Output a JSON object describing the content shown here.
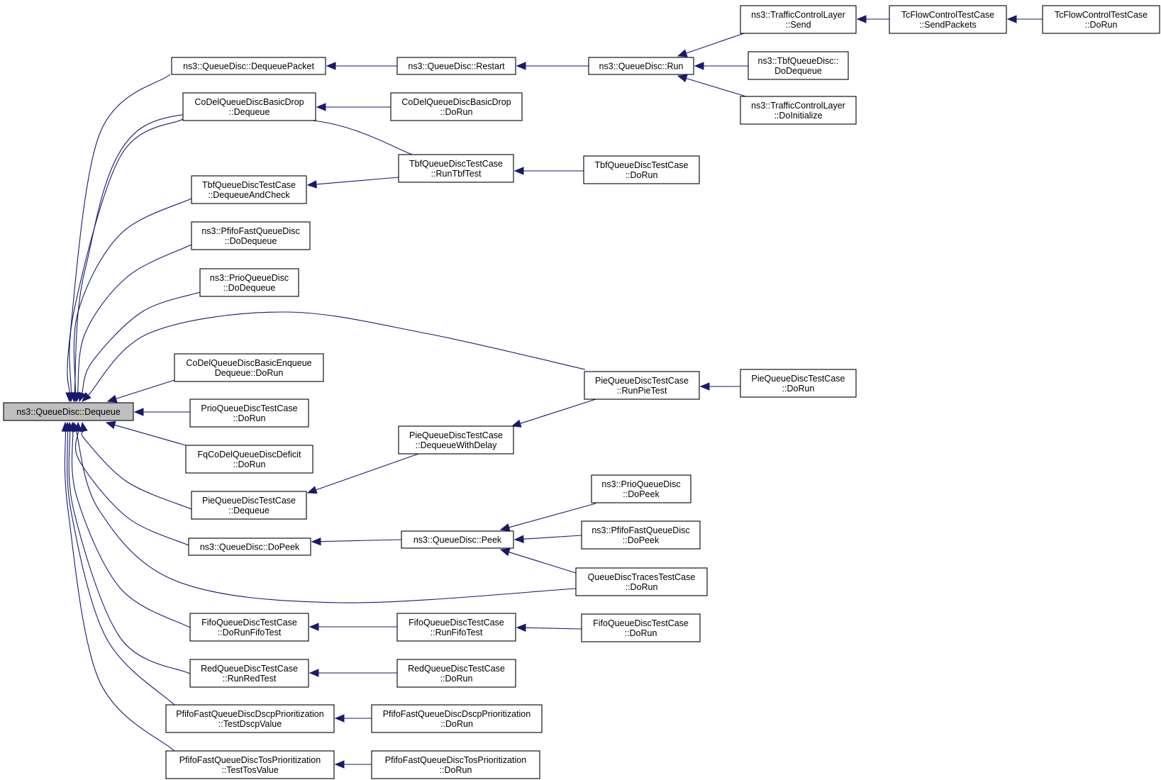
{
  "nodes": [
    {
      "id": "n0",
      "root": true,
      "lines": [
        "ns3::QueueDisc::Dequeue"
      ]
    },
    {
      "id": "n1",
      "lines": [
        "ns3::QueueDisc::DequeuePacket"
      ]
    },
    {
      "id": "n2",
      "lines": [
        "CoDelQueueDiscBasicDrop",
        "::Dequeue"
      ]
    },
    {
      "id": "n3",
      "lines": [
        "TbfQueueDiscTestCase",
        "::DequeueAndCheck"
      ]
    },
    {
      "id": "n4",
      "lines": [
        "ns3::PfifoFastQueueDisc",
        "::DoDequeue"
      ]
    },
    {
      "id": "n5",
      "lines": [
        "ns3::PrioQueueDisc",
        "::DoDequeue"
      ]
    },
    {
      "id": "n6",
      "lines": [
        "CoDelQueueDiscBasicEnqueue",
        "Dequeue::DoRun"
      ]
    },
    {
      "id": "n7",
      "lines": [
        "PrioQueueDiscTestCase",
        "::DoRun"
      ]
    },
    {
      "id": "n8",
      "lines": [
        "FqCoDelQueueDiscDeficit",
        "::DoRun"
      ]
    },
    {
      "id": "n9",
      "lines": [
        "PieQueueDiscTestCase",
        "::Dequeue"
      ]
    },
    {
      "id": "n10",
      "lines": [
        "ns3::QueueDisc::DoPeek"
      ]
    },
    {
      "id": "n11",
      "lines": [
        "FifoQueueDiscTestCase",
        "::DoRunFifoTest"
      ]
    },
    {
      "id": "n12",
      "lines": [
        "RedQueueDiscTestCase",
        "::RunRedTest"
      ]
    },
    {
      "id": "n13",
      "lines": [
        "PfifoFastQueueDiscDscpPrioritization",
        "::TestDscpValue"
      ]
    },
    {
      "id": "n14",
      "lines": [
        "PfifoFastQueueDiscTosPrioritization",
        "::TestTosValue"
      ]
    },
    {
      "id": "n15",
      "lines": [
        "ns3::QueueDisc::Restart"
      ]
    },
    {
      "id": "n16",
      "lines": [
        "CoDelQueueDiscBasicDrop",
        "::DoRun"
      ]
    },
    {
      "id": "n17",
      "lines": [
        "TbfQueueDiscTestCase",
        "::RunTbfTest"
      ]
    },
    {
      "id": "n18",
      "lines": [
        "PieQueueDiscTestCase",
        "::DequeueWithDelay"
      ]
    },
    {
      "id": "n19",
      "lines": [
        "ns3::QueueDisc::Peek"
      ]
    },
    {
      "id": "n20",
      "lines": [
        "FifoQueueDiscTestCase",
        "::RunFifoTest"
      ]
    },
    {
      "id": "n21",
      "lines": [
        "RedQueueDiscTestCase",
        "::DoRun"
      ]
    },
    {
      "id": "n22",
      "lines": [
        "PfifoFastQueueDiscDscpPrioritization",
        "::DoRun"
      ]
    },
    {
      "id": "n23",
      "lines": [
        "PfifoFastQueueDiscTosPrioritization",
        "::DoRun"
      ]
    },
    {
      "id": "n24",
      "lines": [
        "ns3::QueueDisc::Run"
      ]
    },
    {
      "id": "n25",
      "lines": [
        "TbfQueueDiscTestCase",
        "::DoRun"
      ]
    },
    {
      "id": "n26",
      "lines": [
        "PieQueueDiscTestCase",
        "::RunPieTest"
      ]
    },
    {
      "id": "n27",
      "lines": [
        "ns3::PrioQueueDisc",
        "::DoPeek"
      ]
    },
    {
      "id": "n28",
      "lines": [
        "ns3::PfifoFastQueueDisc",
        "::DoPeek"
      ]
    },
    {
      "id": "n29",
      "lines": [
        "QueueDiscTracesTestCase",
        "::DoRun"
      ]
    },
    {
      "id": "n30",
      "lines": [
        "FifoQueueDiscTestCase",
        "::DoRun"
      ]
    },
    {
      "id": "n31",
      "lines": [
        "ns3::TrafficControlLayer",
        "::Send"
      ]
    },
    {
      "id": "n32",
      "lines": [
        "ns3::TbfQueueDisc::",
        "DoDequeue"
      ]
    },
    {
      "id": "n33",
      "lines": [
        "ns3::TrafficControlLayer",
        "::DoInitialize"
      ]
    },
    {
      "id": "n34",
      "lines": [
        "PieQueueDiscTestCase",
        "::DoRun"
      ]
    },
    {
      "id": "n35",
      "lines": [
        "TcFlowControlTestCase",
        "::SendPackets"
      ]
    },
    {
      "id": "n36",
      "lines": [
        "TcFlowControlTestCase",
        "::DoRun"
      ]
    }
  ],
  "edges": [
    {
      "from": "n1",
      "to": "n0"
    },
    {
      "from": "n2",
      "to": "n0"
    },
    {
      "from": "n17",
      "to": "n0"
    },
    {
      "from": "n3",
      "to": "n0"
    },
    {
      "from": "n4",
      "to": "n0"
    },
    {
      "from": "n5",
      "to": "n0"
    },
    {
      "from": "n26",
      "to": "n0"
    },
    {
      "from": "n6",
      "to": "n0"
    },
    {
      "from": "n7",
      "to": "n0"
    },
    {
      "from": "n8",
      "to": "n0"
    },
    {
      "from": "n9",
      "to": "n0"
    },
    {
      "from": "n10",
      "to": "n0"
    },
    {
      "from": "n29",
      "to": "n0"
    },
    {
      "from": "n11",
      "to": "n0"
    },
    {
      "from": "n12",
      "to": "n0"
    },
    {
      "from": "n13",
      "to": "n0"
    },
    {
      "from": "n14",
      "to": "n0"
    },
    {
      "from": "n15",
      "to": "n1"
    },
    {
      "from": "n24",
      "to": "n15"
    },
    {
      "from": "n31",
      "to": "n24"
    },
    {
      "from": "n32",
      "to": "n24"
    },
    {
      "from": "n33",
      "to": "n24"
    },
    {
      "from": "n35",
      "to": "n31"
    },
    {
      "from": "n36",
      "to": "n35"
    },
    {
      "from": "n16",
      "to": "n2"
    },
    {
      "from": "n17",
      "to": "n3"
    },
    {
      "from": "n25",
      "to": "n17"
    },
    {
      "from": "n18",
      "to": "n9"
    },
    {
      "from": "n26",
      "to": "n18"
    },
    {
      "from": "n34",
      "to": "n26"
    },
    {
      "from": "n19",
      "to": "n10"
    },
    {
      "from": "n27",
      "to": "n19"
    },
    {
      "from": "n28",
      "to": "n19"
    },
    {
      "from": "n29",
      "to": "n19"
    },
    {
      "from": "n20",
      "to": "n11"
    },
    {
      "from": "n30",
      "to": "n20"
    },
    {
      "from": "n21",
      "to": "n12"
    },
    {
      "from": "n22",
      "to": "n13"
    },
    {
      "from": "n23",
      "to": "n14"
    }
  ]
}
